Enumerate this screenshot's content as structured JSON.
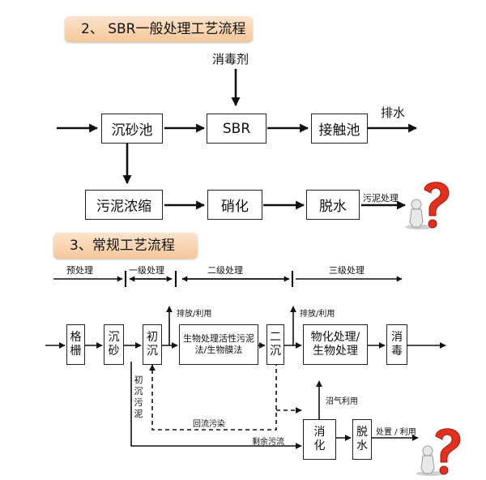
{
  "section1": {
    "title": "2、 SBR一般处理工艺流程",
    "disinfectant": "消毒剂",
    "grit_chamber": "沉砂池",
    "sbr": "SBR",
    "contact_tank": "接触池",
    "discharge": "排水",
    "sludge_thickening": "污泥浓缩",
    "digestion": "硝化",
    "dewatering": "脱水",
    "sludge_disposal": "污泥处理"
  },
  "section2": {
    "title": "3、常规工艺流程",
    "stages": [
      "预处理",
      "一级处理",
      "二级处理",
      "三级处理"
    ],
    "screen": [
      "格",
      "栅"
    ],
    "grit": [
      "沉",
      "砂"
    ],
    "primary": [
      "初",
      "沉"
    ],
    "bio_treatment": "生物处理活性污泥法/生物膜法",
    "secondary": [
      "二",
      "沉"
    ],
    "physchem": "物化处理/生物处理",
    "disinfection": [
      "消",
      "毒"
    ],
    "discharge_use_1": "排放/利用",
    "discharge_use_2": "排放/利用",
    "primary_sludge": [
      "初",
      "沉",
      "污",
      "泥"
    ],
    "return_sludge": "回流污染",
    "excess_sludge": "剩余污流",
    "biogas_use": "沼气利用",
    "digestion": [
      "消",
      "化"
    ],
    "dewatering": [
      "脱",
      "水"
    ],
    "disposal_use": "处置 / 利用"
  },
  "icons": [
    "question-mark-figure-icon"
  ]
}
